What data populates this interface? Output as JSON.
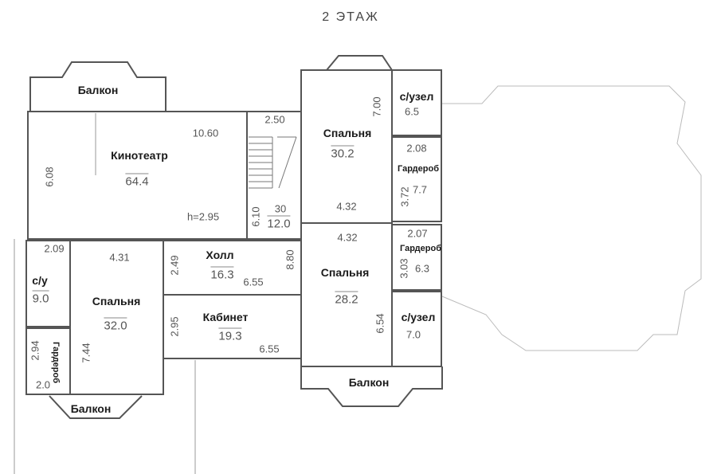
{
  "title": "2  ЭТАЖ",
  "rooms": {
    "balcony_top": {
      "label": "Балкон"
    },
    "cinema": {
      "label": "Кинотеатр",
      "area": "64.4",
      "width": "10.60",
      "depth": "6.08",
      "height": "h=2.95"
    },
    "stairs": {
      "width": "2.50",
      "depth": "6.10",
      "num": "30",
      "area": "12.0"
    },
    "bedroom_top": {
      "label": "Спальня",
      "area": "30.2",
      "depth": "7.00",
      "width": "4.32"
    },
    "wc_top": {
      "label": "с/узел",
      "area": "6.5"
    },
    "wardrobe_top": {
      "label": "Гардероб",
      "area": "7.7",
      "width": "2.08",
      "depth": "3.72"
    },
    "wc_left": {
      "label": "с/у",
      "area": "9.0",
      "width": "2.09"
    },
    "bedroom_left": {
      "label": "Спальня",
      "area": "32.0",
      "width": "4.31",
      "depth": "7.44"
    },
    "hall": {
      "label": "Холл",
      "area": "16.3",
      "width": "6.55",
      "depth": "2.49",
      "depth2": "8.80"
    },
    "bedroom_mid": {
      "label": "Спальня",
      "area": "28.2",
      "width": "4.32",
      "depth": "6.54"
    },
    "wardrobe_mid": {
      "label": "Гардероб",
      "area": "6.3",
      "width": "2.07",
      "depth": "3.03"
    },
    "office": {
      "label": "Кабинет",
      "area": "19.3",
      "width": "6.55",
      "depth": "2.95"
    },
    "wc_bottom": {
      "label": "с/узел",
      "area": "7.0"
    },
    "wardrobe_left": {
      "label": "Гардероб",
      "width": "2.0",
      "depth": "2.94"
    },
    "balcony_left": {
      "label": "Балкон"
    },
    "balcony_bottom": {
      "label": "Балкон"
    }
  }
}
